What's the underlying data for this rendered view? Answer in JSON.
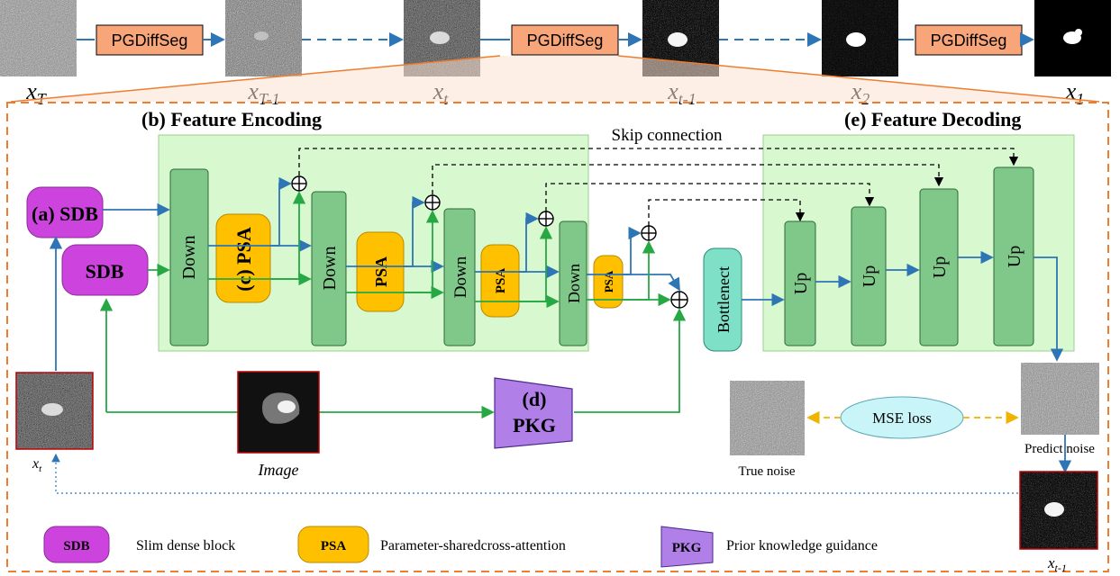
{
  "top_row": {
    "module_label": "PGDiffSeg",
    "labels": {
      "x_T": {
        "base": "x",
        "sub": "T"
      },
      "x_T_1": {
        "base": "x",
        "sub": "T-1"
      },
      "x_t": {
        "base": "x",
        "sub": "t"
      },
      "x_t_1": {
        "base": "x",
        "sub": "t-1"
      },
      "x_2": {
        "base": "x",
        "sub": "2"
      },
      "x_1": {
        "base": "x",
        "sub": "1"
      }
    }
  },
  "section_titles": {
    "encoding": "(b) Feature Encoding",
    "decoding": "(e)  Feature Decoding",
    "skip": "Skip connection"
  },
  "blocks": {
    "sdb_a": "(a) SDB",
    "sdb": "SDB",
    "down": "Down",
    "psa_c": "(c) PSA",
    "psa": "PSA",
    "bottleneck": "Bottlenect",
    "up": "Up",
    "pkg_line1": "(d)",
    "pkg_line2": "PKG",
    "mse": "MSE loss"
  },
  "images": {
    "xt_base": "x",
    "xt_sub": "t",
    "image_caption": "Image",
    "true_noise": "True noise",
    "predict_noise": "Predict noise",
    "xt1_base": "x",
    "xt1_sub": "t-1"
  },
  "legend": {
    "sdb_key": "SDB",
    "sdb_desc": "Slim dense block",
    "psa_key": "PSA",
    "psa_desc": "Parameter-sharedcross-attention",
    "pkg_key": "PKG",
    "pkg_desc": "Prior knowledge guidance"
  },
  "colors": {
    "orange_box": "#f8a57a",
    "green_panel": "#d8f8d0",
    "green_block": "#7fc88a",
    "psa": "#ffc000",
    "sdb": "#cc44dd",
    "pkg": "#b07fe8",
    "bottleneck": "#7fe0c8",
    "mse": "#c9f4f8",
    "blue_arrow": "#2e75b6",
    "green_arrow": "#27a844",
    "dash_orange": "#ed7d31"
  }
}
